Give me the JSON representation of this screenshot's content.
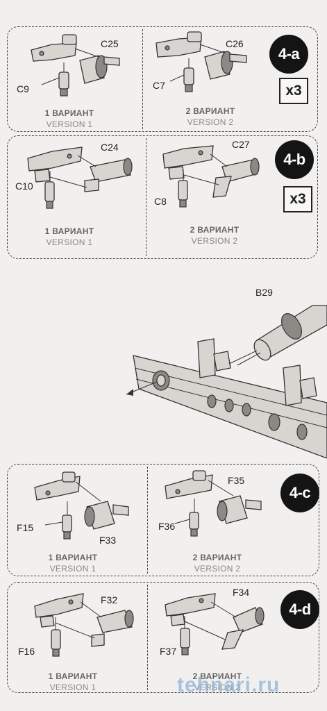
{
  "steps": {
    "a": {
      "badge": "4-a",
      "multiplier": "x3",
      "left": {
        "parts": [
          "C25",
          "C9"
        ],
        "version_ru": "1 ВАРИАНТ",
        "version_en": "VERSION 1"
      },
      "right": {
        "parts": [
          "C26",
          "C7"
        ],
        "version_ru": "2 ВАРИАНТ",
        "version_en": "VERSION 2"
      }
    },
    "b": {
      "badge": "4-b",
      "multiplier": "x3",
      "left": {
        "parts": [
          "C24",
          "C10"
        ],
        "version_ru": "1 ВАРИАНТ",
        "version_en": "VERSION 1"
      },
      "right": {
        "parts": [
          "C27",
          "C8"
        ],
        "version_ru": "2 ВАРИАНТ",
        "version_en": "VERSION 2"
      }
    },
    "main": {
      "part": "B29"
    },
    "c": {
      "badge": "4-c",
      "left": {
        "parts": [
          "F15",
          "F33"
        ],
        "version_ru": "1 ВАРИАНТ",
        "version_en": "VERSION 1"
      },
      "right": {
        "parts": [
          "F35",
          "F36"
        ],
        "version_ru": "2 ВАРИАНТ",
        "version_en": "VERSION 2"
      }
    },
    "d": {
      "badge": "4-d",
      "left": {
        "parts": [
          "F32",
          "F16"
        ],
        "version_ru": "1 ВАРИАНТ",
        "version_en": "VERSION 1"
      },
      "right": {
        "parts": [
          "F34",
          "F37"
        ],
        "version_ru": "2 ВАРИАНТ",
        "version_en": "VERSION 2"
      }
    }
  },
  "watermark": "tehnari.ru"
}
